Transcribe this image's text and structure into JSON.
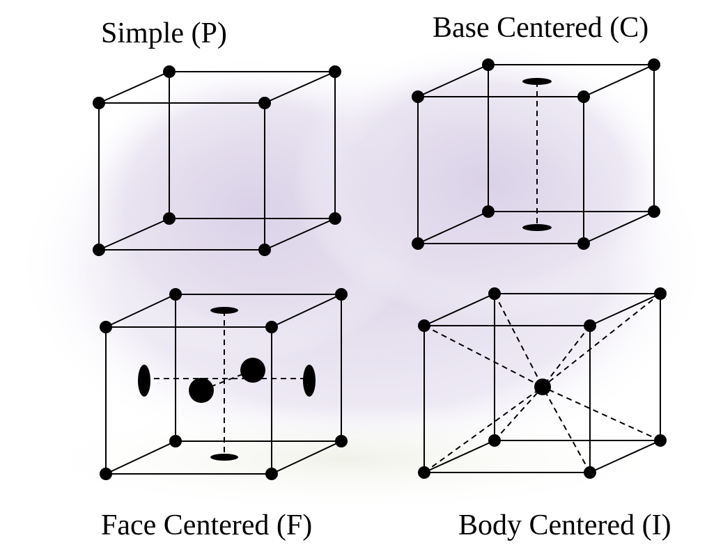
{
  "labels": {
    "simple": "Simple (P)",
    "base": "Base Centered (C)",
    "face": "Face Centered (F)",
    "body": "Body Centered (I)"
  },
  "colors": {
    "line": "#000000",
    "background_tint": "#d9d2e6"
  }
}
